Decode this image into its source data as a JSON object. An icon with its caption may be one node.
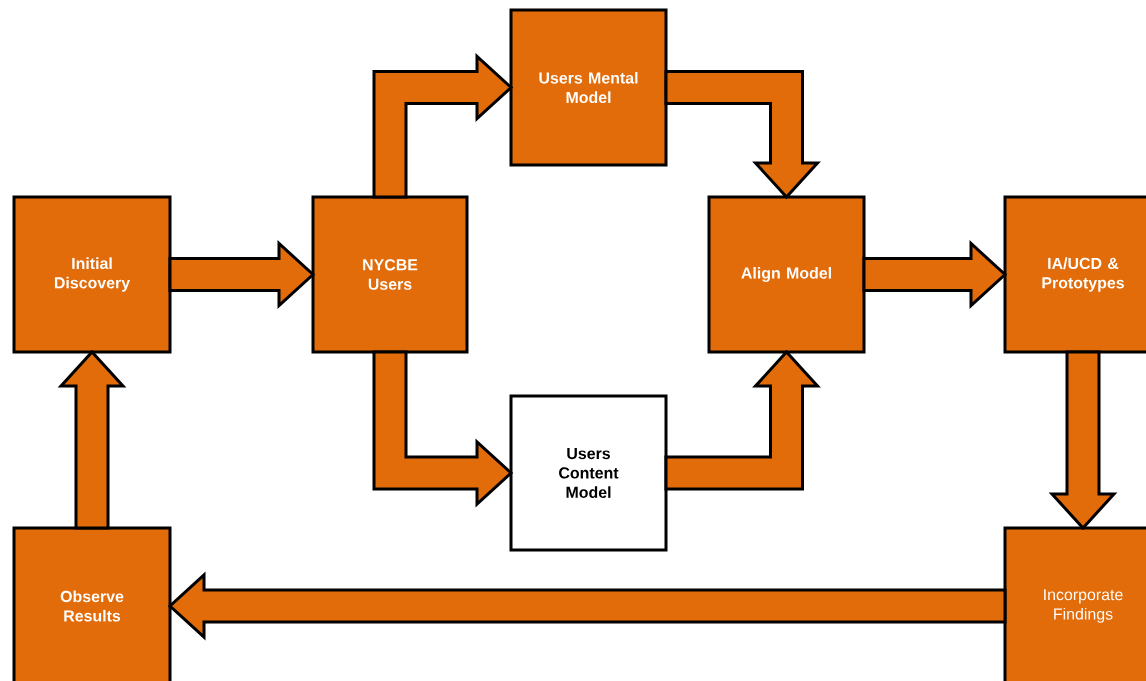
{
  "diagram": {
    "nodes": [
      {
        "text": [
          "Initial Discovery"
        ]
      },
      {
        "text": [
          "NYCBE Users"
        ]
      },
      {
        "text": [
          "Users Mental Model"
        ]
      },
      {
        "text": [
          "Users Content Model"
        ]
      },
      {
        "text": [
          "Align Model"
        ]
      },
      {
        "text": [
          "IA/UCD & Prototypes"
        ]
      },
      {
        "text": [
          "Observe Results"
        ]
      },
      {
        "text": [
          "Incorporate Findings"
        ]
      }
    ],
    "edges": [
      {
        "from": 0,
        "to": 1,
        "arrow": "to"
      },
      {
        "from": 1,
        "to": 2,
        "arrow": "to"
      },
      {
        "from": 1,
        "to": 3,
        "arrow": "to"
      },
      {
        "from": 2,
        "to": 4,
        "arrow": "to"
      },
      {
        "from": 3,
        "to": 4,
        "arrow": "to"
      },
      {
        "from": 4,
        "to": 5,
        "arrow": "to"
      },
      {
        "from": 5,
        "to": 7,
        "arrow": "to"
      },
      {
        "from": 7,
        "to": 6,
        "arrow": "to"
      },
      {
        "from": 6,
        "to": 0,
        "arrow": "to"
      }
    ]
  }
}
